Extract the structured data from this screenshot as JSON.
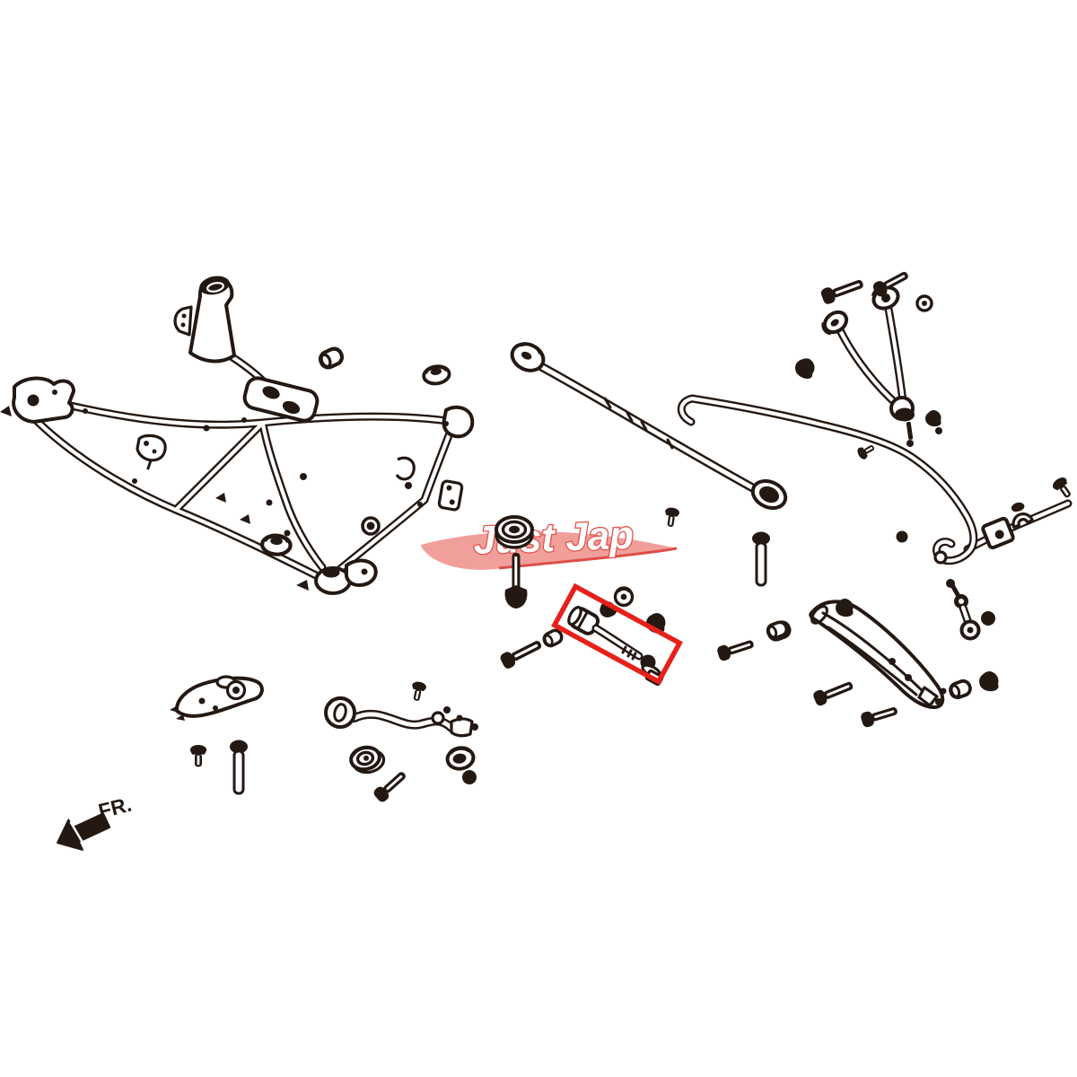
{
  "page": {
    "background_color": "#ffffff",
    "ink_color": "#241812"
  },
  "diagram": {
    "kind": "exploded-parts-line-drawing",
    "front_direction_label": "FR.",
    "highlight": {
      "color": "#e8201a"
    },
    "watermark": {
      "text": "Just Jap",
      "swoosh_color": "#f09f9b",
      "text_fill": "#ffffff",
      "text_outline": "#e0534c",
      "underline_color": "#dd4f48"
    },
    "parts": [
      "rear-subframe",
      "lateral-link",
      "stabilizer-bar",
      "stabilizer-clamp",
      "stabilizer-bushing",
      "upper-control-arm",
      "lower-control-arm",
      "trailing-arm",
      "toe-link",
      "bracket-plate",
      "end-link",
      "bolt",
      "washer",
      "bushing",
      "nut"
    ]
  }
}
